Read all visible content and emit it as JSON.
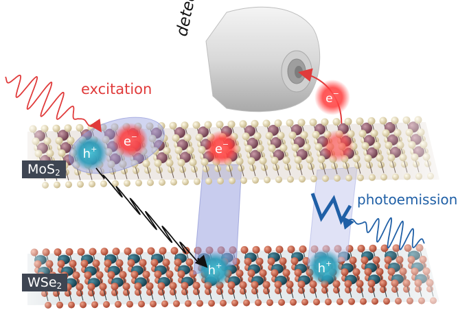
{
  "labels": {
    "detector": "detector",
    "excitation": "excitation",
    "photoemission": "photoemission",
    "layer_top": "MoS",
    "layer_top_sub": "2",
    "layer_bottom": "WSe",
    "layer_bottom_sub": "2"
  },
  "carriers": {
    "electron": "e",
    "hole": "h",
    "minus": "−",
    "plus": "+"
  },
  "colors": {
    "excitation": "#e03a3a",
    "photoemission": "#1f5fa6",
    "electron": "#e8394a",
    "hole": "#3aa6c4",
    "interlayer_band": "#9aa2e0",
    "mos2_metal": "#8a5a6a",
    "mos2_chalcogen": "#e8dcb8",
    "wse2_metal": "#1e5a6e",
    "wse2_chalcogen": "#c8674e",
    "label_bg": "#3e4552"
  }
}
